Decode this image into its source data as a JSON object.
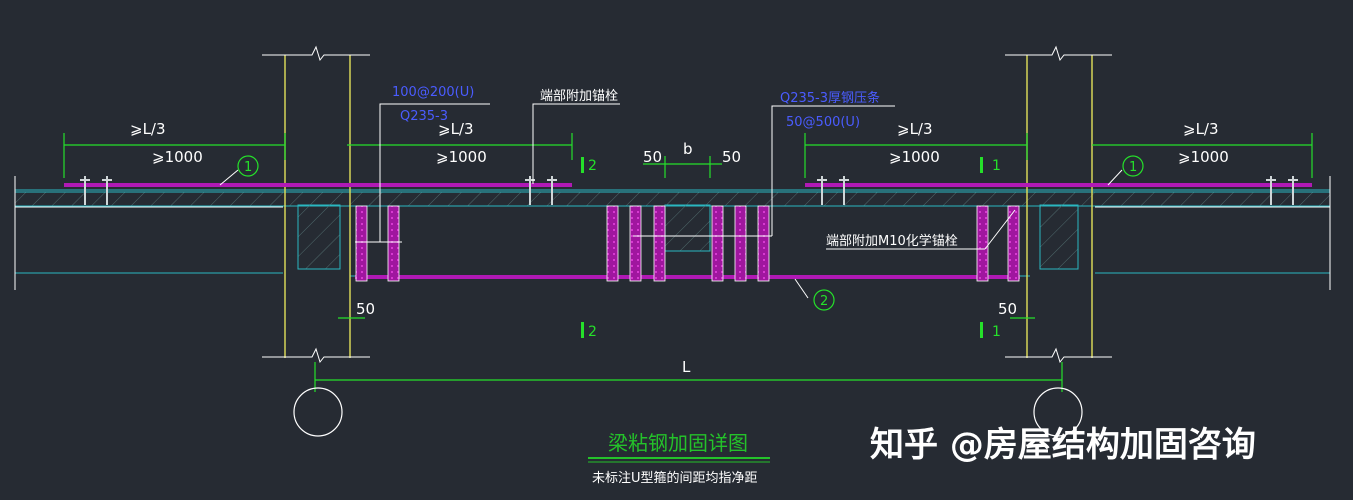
{
  "drawing": {
    "title": "梁粘钢加固详图",
    "subtitle": "未标注U型箍的间距均指净距",
    "dims": {
      "l3": "⩾L/3",
      "min1000": "⩾1000",
      "gap50": "50",
      "b": "b",
      "span": "L"
    },
    "callouts": {
      "u_hoop": "100@200(U)",
      "q235_left": "Q235-3",
      "end_anchor": "端部附加锚栓",
      "q235_right": "Q235-3厚钢压条",
      "u_hoop_right": "50@500(U)",
      "chem_anchor": "端部附加M10化学锚栓"
    },
    "markers": {
      "plate_top": "1",
      "plate_bottom": "2"
    },
    "sections": {
      "s1": "1",
      "s2": "2"
    }
  },
  "watermark": "知乎 @房屋结构加固咨询",
  "colors": {
    "background": "#262b33",
    "steel_plate": "#b019b5",
    "dimension": "#25e02a",
    "column": "#e2e05a",
    "slab": "#2ab7c0"
  }
}
